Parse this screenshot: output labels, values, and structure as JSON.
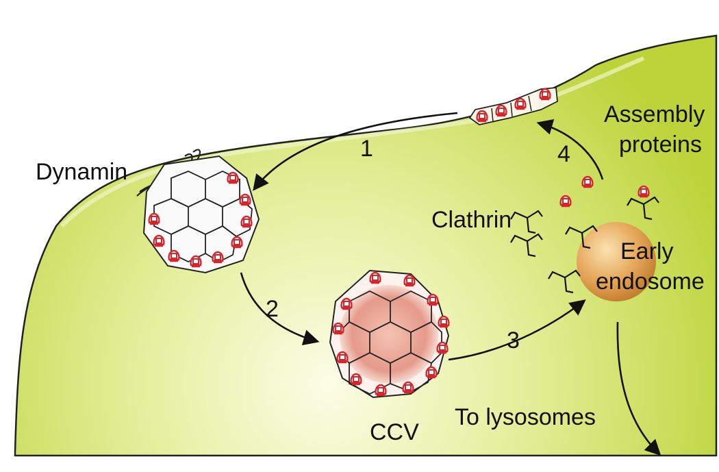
{
  "labels": {
    "dynamin": "Dynamin",
    "assembly_line1": "Assembly",
    "assembly_line2": "proteins",
    "clathrin": "Clathrin",
    "early_line1": "Early",
    "early_line2": "endosome",
    "ccv": "CCV",
    "lysosomes": "To lysosomes"
  },
  "steps": [
    "1",
    "2",
    "3",
    "4"
  ],
  "colors": {
    "cell_fill_center": "#fbfde6",
    "cell_fill_edge": "#c4d93f",
    "endosome_light": "#f6cf92",
    "endosome_dark": "#c8812f",
    "vesicle_fill": "#f2b0a3",
    "adaptor_red": "#d7262b",
    "outline": "#222222"
  }
}
